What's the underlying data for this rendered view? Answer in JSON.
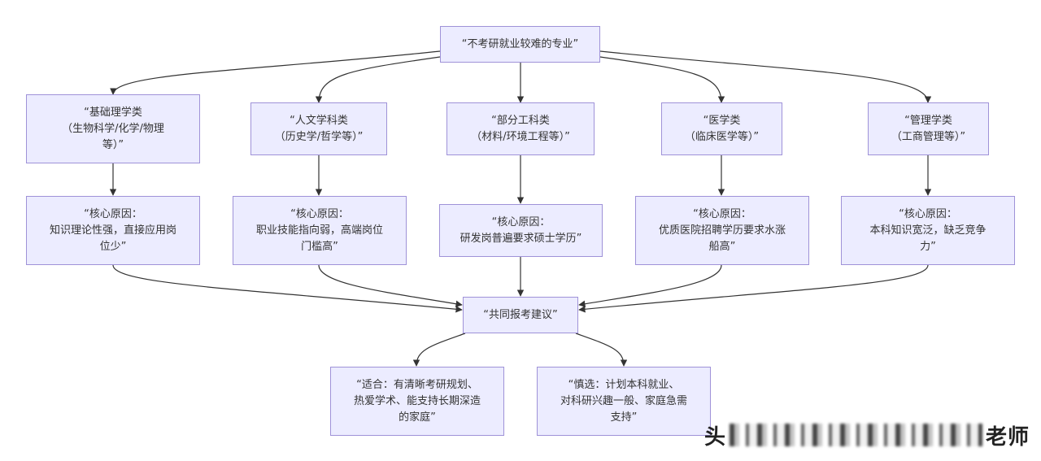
{
  "diagram": {
    "root": {
      "label": "“不考研就业较难的专业”"
    },
    "categories": [
      {
        "label": "“基础理学类\n（生物科学/化学/物理\n等）”",
        "reason": "“核心原因：\n知识理论性强，直接应用岗\n位少”"
      },
      {
        "label": "“人文学科类\n（历史学/哲学等）”",
        "reason": "“核心原因：\n职业技能指向弱，高端岗位\n门槛高”"
      },
      {
        "label": "“部分工科类\n（材料/环境工程等）”",
        "reason": "“核心原因：\n研发岗普遍要求硕士学历”"
      },
      {
        "label": "“医学类\n（临床医学等）”",
        "reason": "“核心原因：\n优质医院招聘学历要求水涨\n船高”"
      },
      {
        "label": "“管理学类\n（工商管理等）”",
        "reason": "“核心原因：\n本科知识宽泛，缺乏竞争\n力”"
      }
    ],
    "advice": {
      "label": "“共同报考建议”"
    },
    "outcomes": [
      {
        "label": "“适合：有清晰考研规划、\n热爱学术、能支持长期深造\n的家庭”"
      },
      {
        "label": "“慎选：计划本科就业、\n对科研兴趣一般、家庭急需\n支持”"
      }
    ],
    "colors": {
      "node_fill": "#ECECFF",
      "node_border": "#9F92D8",
      "edge": "#333333",
      "text": "#333333"
    }
  },
  "watermark": {
    "prefix": "头",
    "suffix": "老师"
  }
}
